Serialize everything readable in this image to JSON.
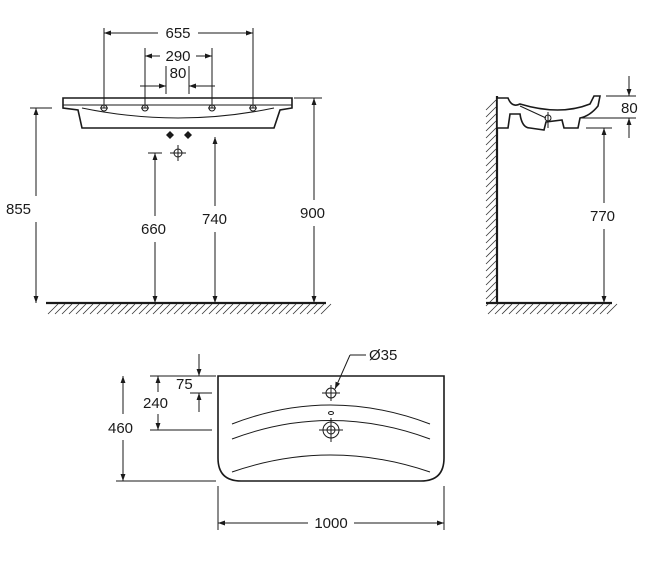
{
  "front_view": {
    "width_total": "655",
    "width_mid": "290",
    "width_small": "80",
    "height_left": "855",
    "height_drain": "660",
    "height_trap": "740",
    "height_rim": "900"
  },
  "side_view": {
    "depth_top": "80",
    "height": "770"
  },
  "top_view": {
    "hole_diameter": "Ø35",
    "offset_tap": "75",
    "offset_drain": "240",
    "depth": "460",
    "width": "1000"
  }
}
